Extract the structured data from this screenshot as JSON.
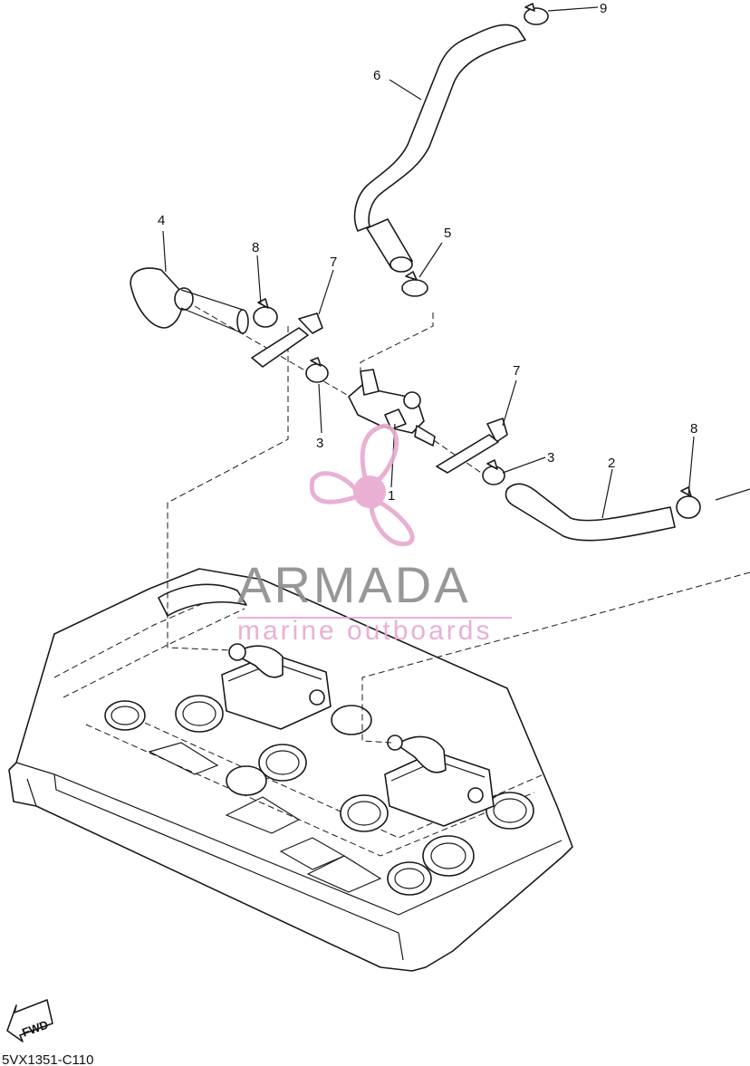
{
  "diagram": {
    "callouts": [
      "9",
      "6",
      "5",
      "4",
      "8",
      "7",
      "3",
      "1",
      "7",
      "3",
      "2",
      "8"
    ],
    "drawing_code": "5VX1351-C110",
    "fwd_label": "FWD"
  },
  "watermark": {
    "title": "ARMADA",
    "subtitle": "marine outboards",
    "color": "#e7a8cf",
    "text_color": "#8c8c8c"
  }
}
